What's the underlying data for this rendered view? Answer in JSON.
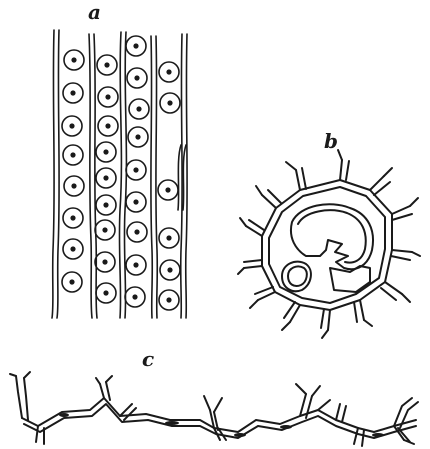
{
  "figure": {
    "labels": {
      "a": "a",
      "b": "b",
      "c": "c"
    },
    "panels": [
      {
        "id": "a",
        "description_icon": "tracheid-longitudinal-section-drawing"
      },
      {
        "id": "b",
        "description_icon": "cell-cross-section-drawing"
      },
      {
        "id": "c",
        "description_icon": "fibrous-strand-drawing"
      }
    ],
    "ink_color": "#1a1a1a",
    "background_color": "#ffffff"
  }
}
